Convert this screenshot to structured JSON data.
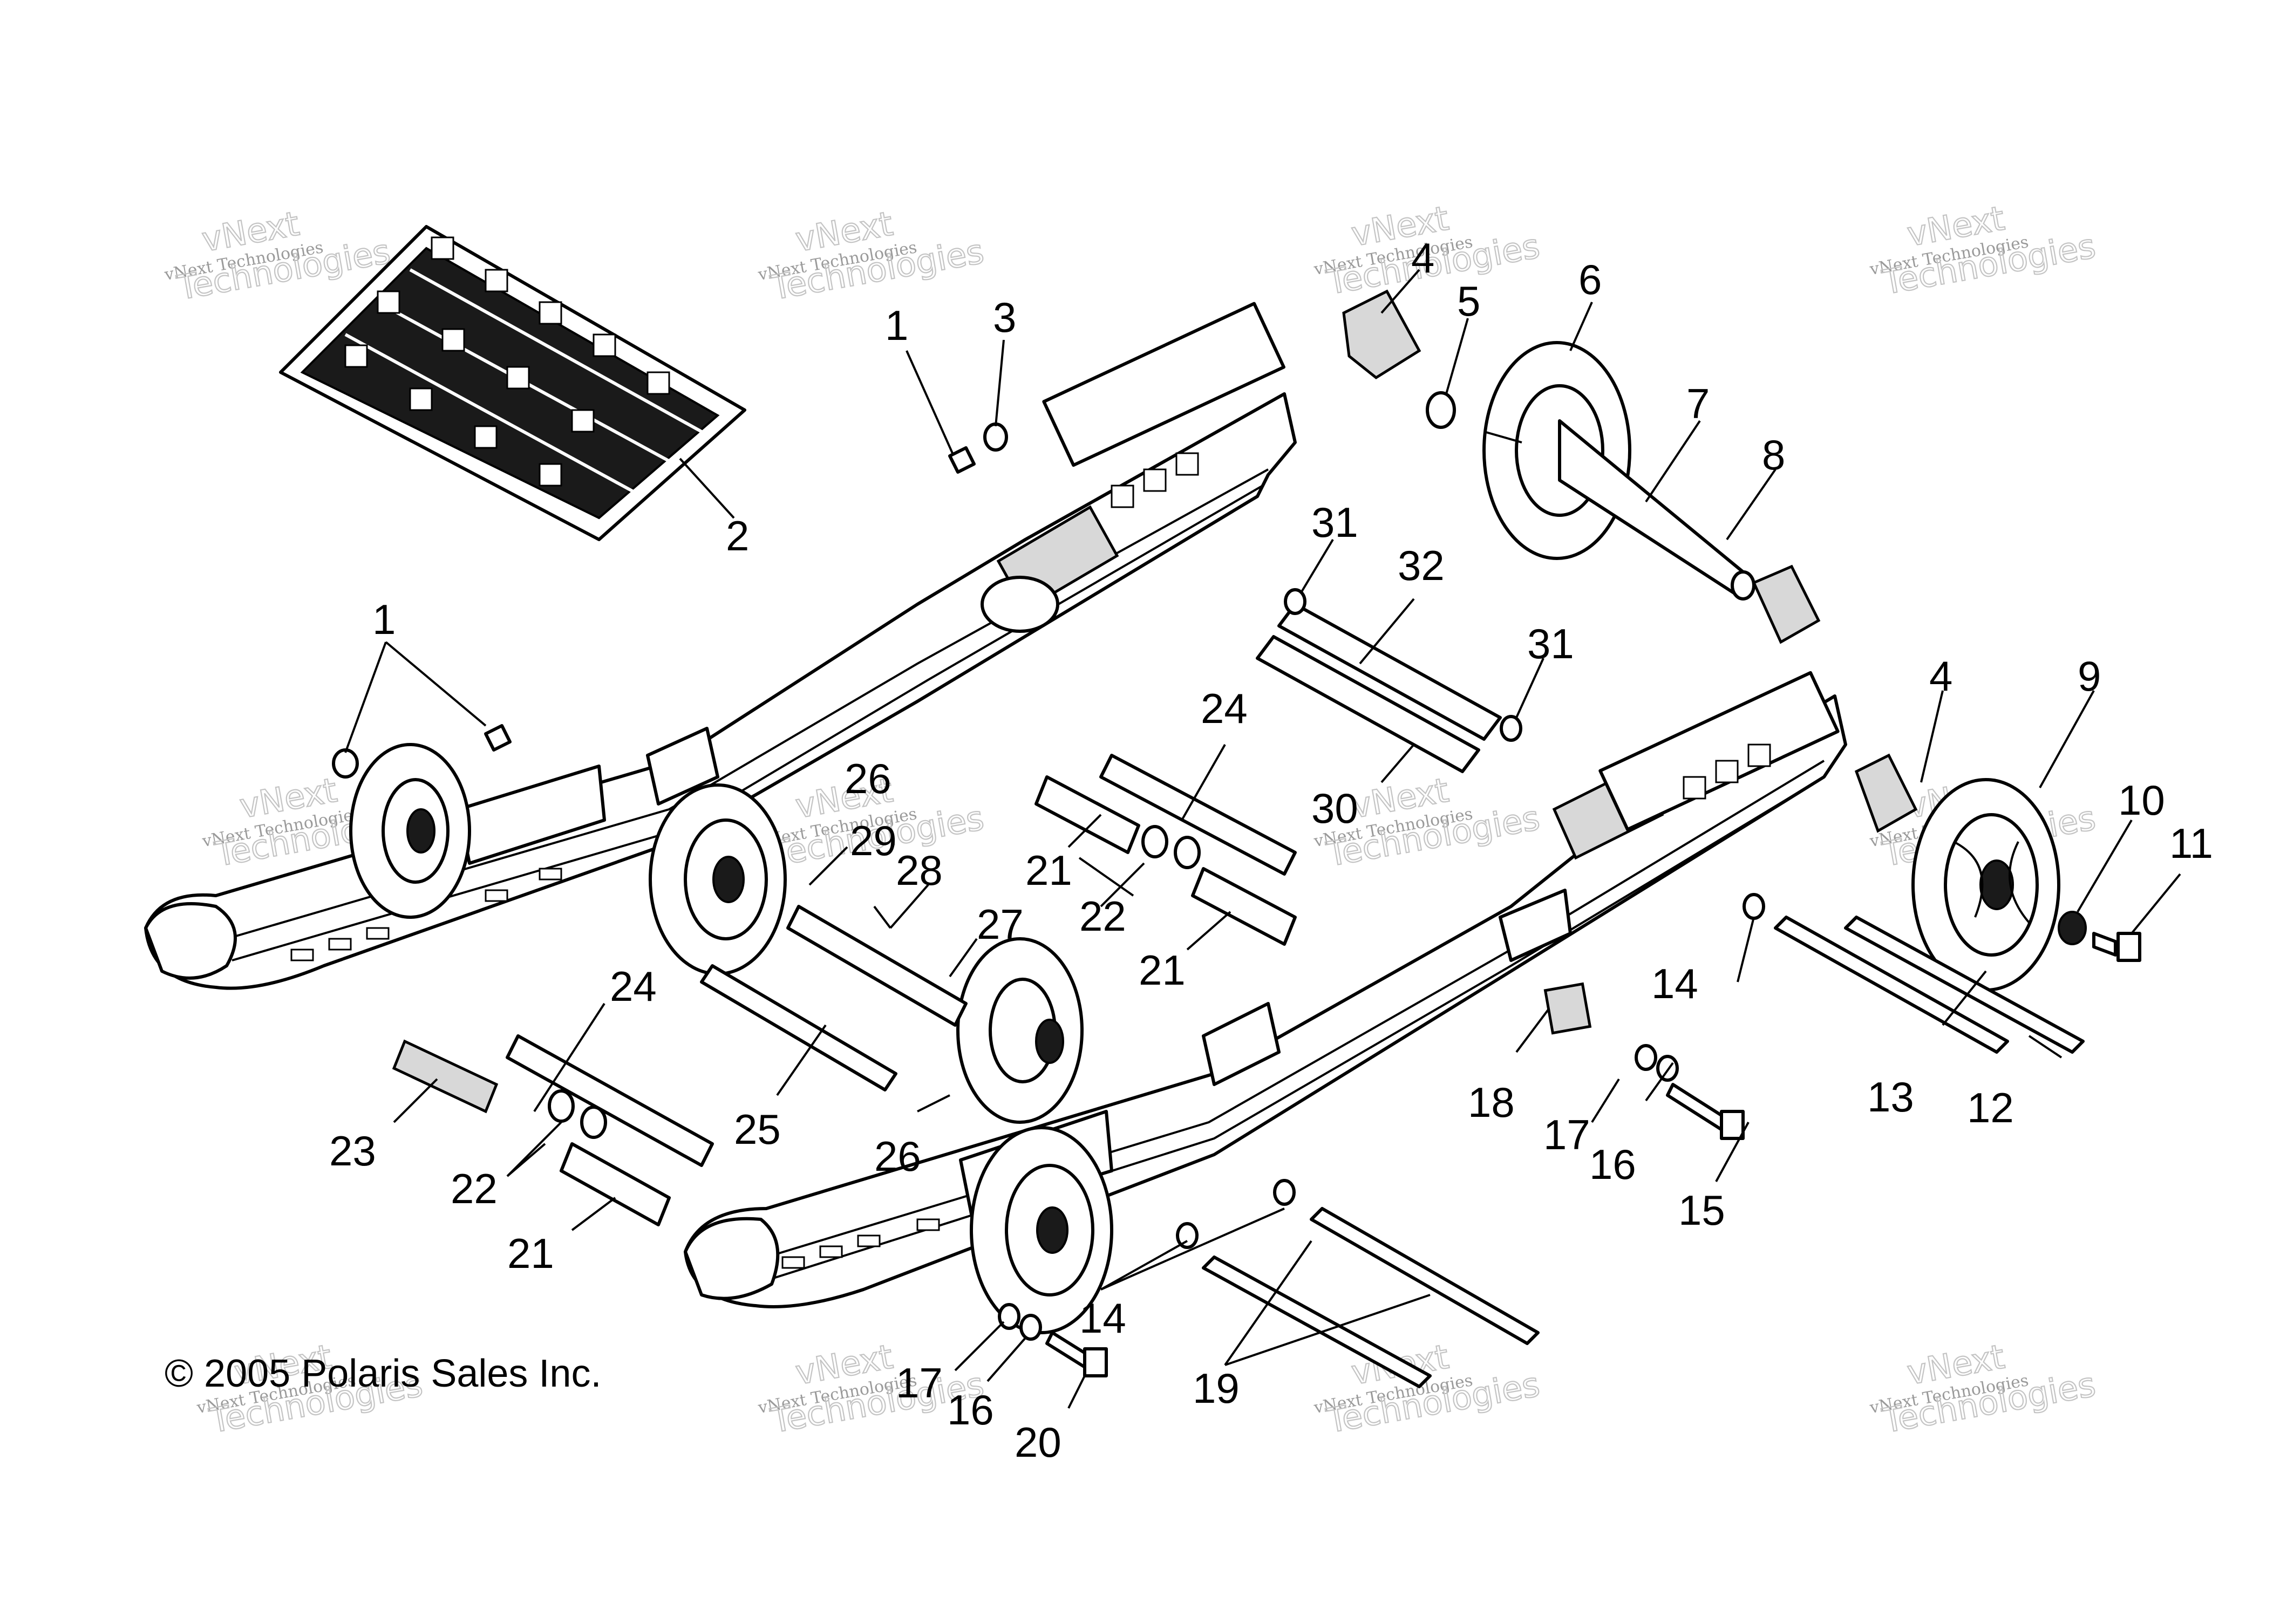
{
  "copyright": "© 2005 Polaris Sales Inc.",
  "watermark": {
    "small_text": "vNext Technologies",
    "large_line1": "vNext",
    "large_line2": "Technologies"
  },
  "callouts": {
    "c1a": "1",
    "c1b": "1",
    "c2": "2",
    "c3": "3",
    "c4a": "4",
    "c4b": "4",
    "c5": "5",
    "c6": "6",
    "c7": "7",
    "c8": "8",
    "c9": "9",
    "c10": "10",
    "c11": "11",
    "c12": "12",
    "c13": "13",
    "c14a": "14",
    "c14b": "14",
    "c15": "15",
    "c16a": "16",
    "c16b": "16",
    "c17a": "17",
    "c17b": "17",
    "c18": "18",
    "c19": "19",
    "c20": "20",
    "c21a": "21",
    "c21b": "21",
    "c21c": "21",
    "c22a": "22",
    "c22b": "22",
    "c23": "23",
    "c24a": "24",
    "c24b": "24",
    "c25": "25",
    "c26a": "26",
    "c26b": "26",
    "c27": "27",
    "c28": "28",
    "c29": "29",
    "c30": "30",
    "c31a": "31",
    "c31b": "31",
    "c32": "32"
  }
}
